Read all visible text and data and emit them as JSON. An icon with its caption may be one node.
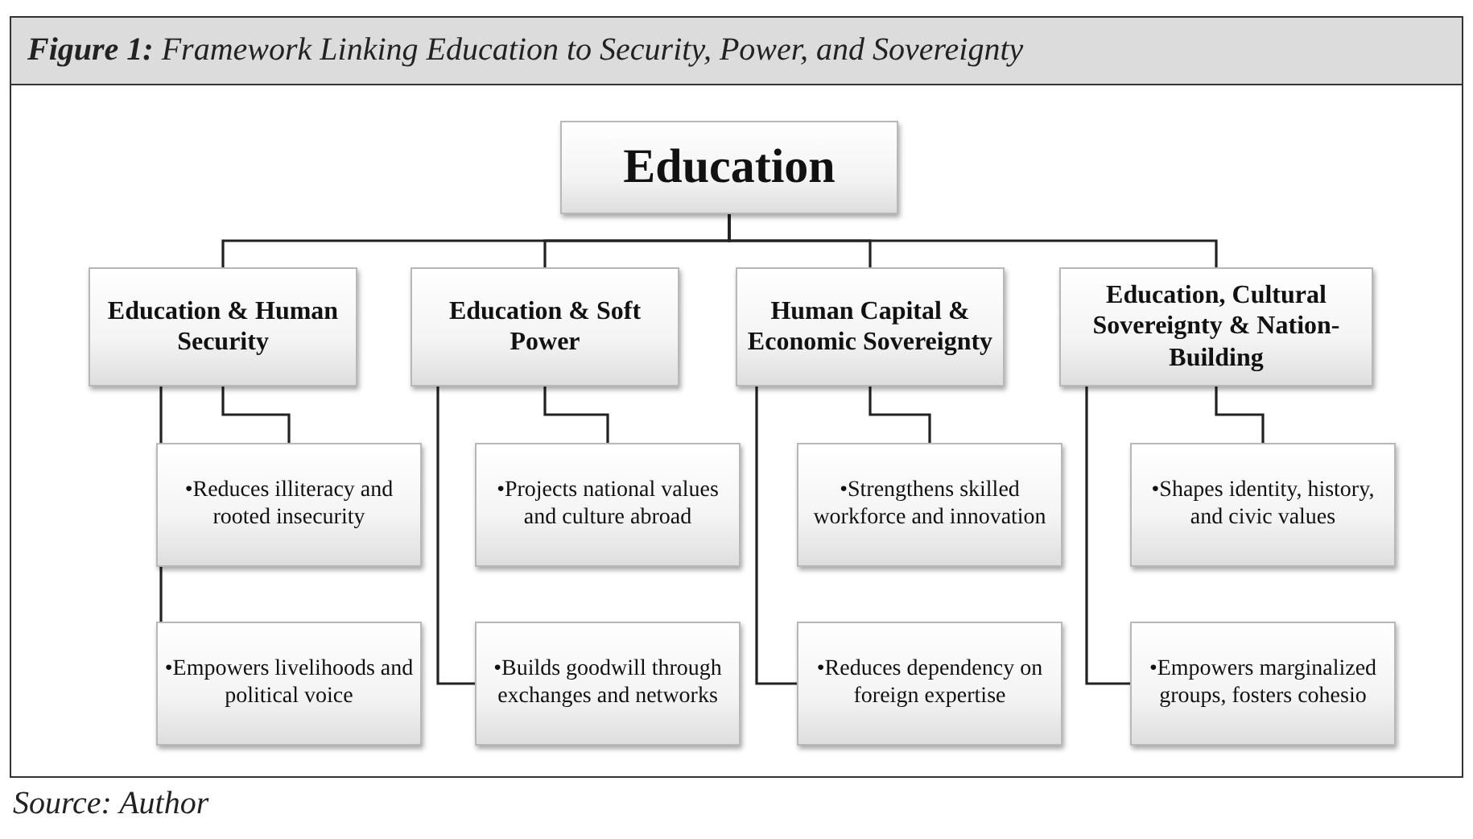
{
  "diagram": {
    "title": "**Figure 1:** Framework Linking Education to Security, Power, and Sovereignty",
    "caption": "Source: Author",
    "nodes": [
      {
        "text": [
          "Education"
        ]
      },
      {
        "text": [
          "Education & Human Security"
        ]
      },
      {
        "text": [
          "Education & Soft Power"
        ]
      },
      {
        "text": [
          "Human Capital & Economic Sovereignty"
        ]
      },
      {
        "text": [
          "Education, Cultural Sovereignty & Nation-Building"
        ]
      },
      {
        "text": [
          "•Reduces illiteracy and rooted insecurity"
        ]
      },
      {
        "text": [
          "•Empowers livelihoods and political voice"
        ]
      },
      {
        "text": [
          "•Projects national values and culture abroad"
        ]
      },
      {
        "text": [
          "•Builds goodwill through exchanges and networks"
        ]
      },
      {
        "text": [
          "•Strengthens skilled workforce and innovation"
        ]
      },
      {
        "text": [
          "•Reduces dependency on foreign expertise"
        ]
      },
      {
        "text": [
          "•Shapes identity, history, and civic values"
        ]
      },
      {
        "text": [
          "•Empowers marginalized groups, fosters cohesio"
        ]
      }
    ],
    "edges": [
      {
        "from": 0,
        "to": 1,
        "arrow": "none"
      },
      {
        "from": 0,
        "to": 2,
        "arrow": "none"
      },
      {
        "from": 0,
        "to": 3,
        "arrow": "none"
      },
      {
        "from": 0,
        "to": 4,
        "arrow": "none"
      },
      {
        "from": 1,
        "to": 5,
        "arrow": "none"
      },
      {
        "from": 1,
        "to": 6,
        "arrow": "none"
      },
      {
        "from": 2,
        "to": 7,
        "arrow": "none"
      },
      {
        "from": 2,
        "to": 8,
        "arrow": "none"
      },
      {
        "from": 3,
        "to": 9,
        "arrow": "none"
      },
      {
        "from": 3,
        "to": 10,
        "arrow": "none"
      },
      {
        "from": 4,
        "to": 11,
        "arrow": "none"
      },
      {
        "from": 4,
        "to": 12,
        "arrow": "none"
      }
    ]
  }
}
